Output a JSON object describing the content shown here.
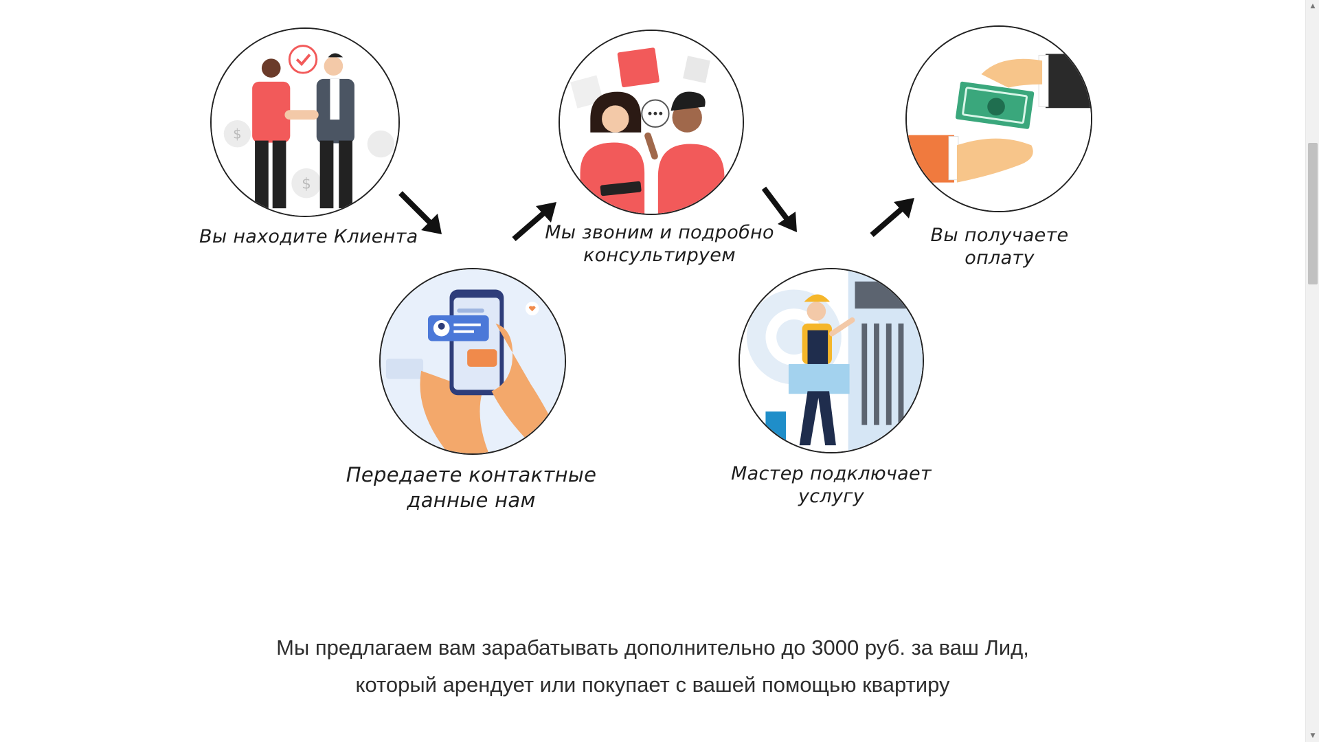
{
  "steps": [
    {
      "label": "Вы находите Клиента",
      "icon": "handshake-illustration"
    },
    {
      "label": "Передаете контактные\nданные нам",
      "icon": "phone-chat-illustration"
    },
    {
      "label": "Мы звоним и подробно\nконсультируем",
      "icon": "consultation-illustration"
    },
    {
      "label": "Мастер подключает\nуслугу",
      "icon": "technician-illustration"
    },
    {
      "label": "Вы получаете\nоплату",
      "icon": "payment-illustration"
    }
  ],
  "arrows": [
    "arrow-down-right",
    "arrow-up-right",
    "arrow-down-right",
    "arrow-up-right"
  ],
  "offer": {
    "line1": "Мы предлагаем вам зарабатывать дополнительно до 3000 руб. за ваш Лид,",
    "line2": "который арендует или покупает с вашей помощью квартиру"
  },
  "colors": {
    "accent_red": "#f25a5a",
    "orange": "#f08a4b",
    "blue": "#4b78d8",
    "money_green": "#3aa77c"
  }
}
